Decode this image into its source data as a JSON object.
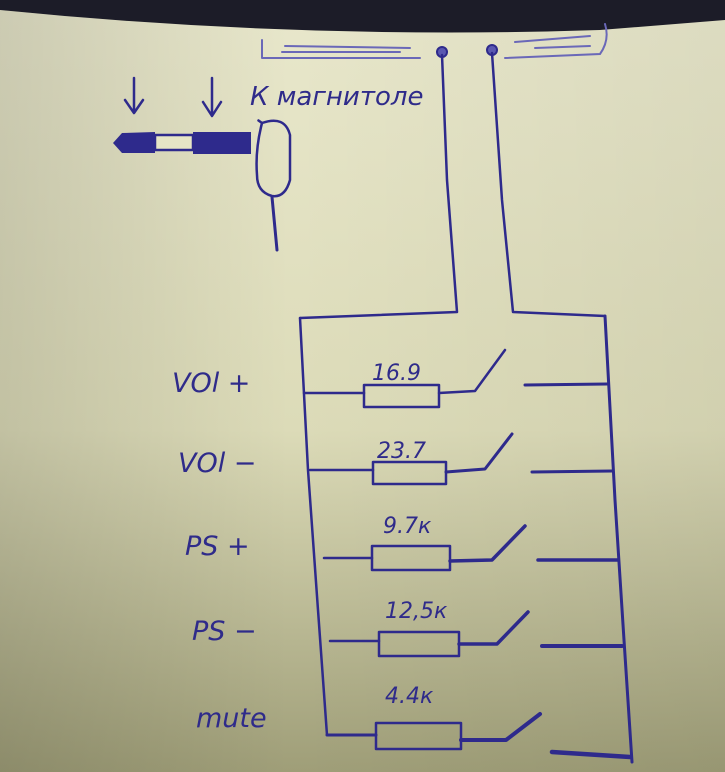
{
  "diagram": {
    "type": "hand-drawn circuit schematic",
    "medium": "ballpoint pen on paper",
    "colors": {
      "paper": "#e6e5c4",
      "paper_shadow": "#a9a882",
      "ink": "#2e2a8c",
      "background": "#1c1c28"
    },
    "connector": {
      "label": "К магнитоле",
      "component": "3.5mm jack plug",
      "contact_markers": [
        "arrow-down",
        "arrow-down"
      ]
    },
    "terminals": {
      "count": 2,
      "style": "pin with round head"
    },
    "branches": [
      {
        "label": "VOl +",
        "resistor_value": "16.9"
      },
      {
        "label": "VOl −",
        "resistor_value": "23.7"
      },
      {
        "label": "PS +",
        "resistor_value": "9.7к"
      },
      {
        "label": "PS −",
        "resistor_value": "12,5к"
      },
      {
        "label": "mute",
        "resistor_value": "4.4к"
      }
    ],
    "branch_element": "resistor in series with normally-open switch"
  }
}
